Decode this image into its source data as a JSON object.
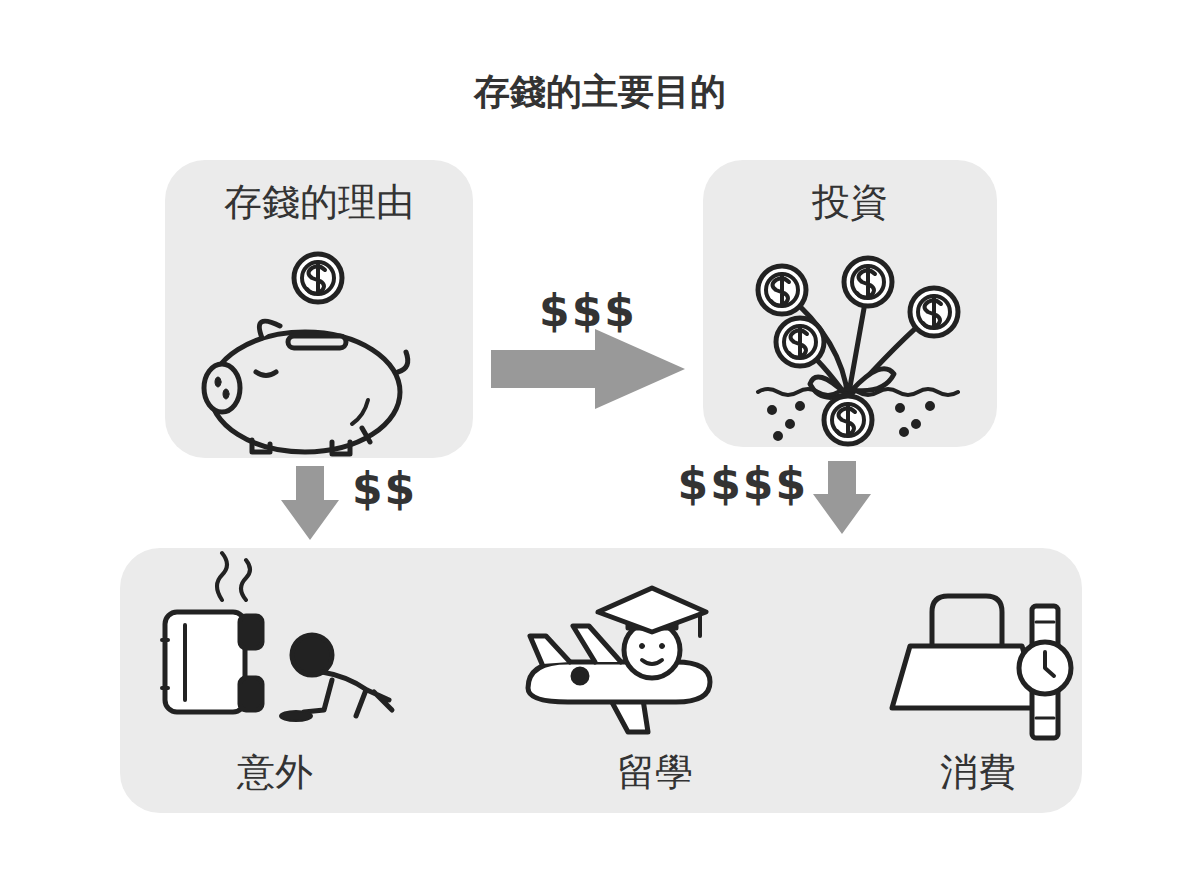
{
  "diagram": {
    "title": "存錢的主要目的",
    "nodes": [
      {
        "text": [
          "存錢的理由"
        ]
      },
      {
        "text": [
          "投資"
        ]
      },
      {
        "text": []
      },
      {
        "text": [
          "意外"
        ],
        "in": 2
      },
      {
        "text": [
          "留學"
        ],
        "in": 2
      },
      {
        "text": [
          "消費"
        ],
        "in": 2
      }
    ],
    "edges": [
      {
        "from": 0,
        "to": 1,
        "label": "$$$",
        "arrow": "to"
      },
      {
        "from": 0,
        "to": 2,
        "label": "$$",
        "arrow": "to"
      },
      {
        "from": 1,
        "to": 2,
        "label": "$$$$",
        "arrow": "to"
      }
    ]
  }
}
